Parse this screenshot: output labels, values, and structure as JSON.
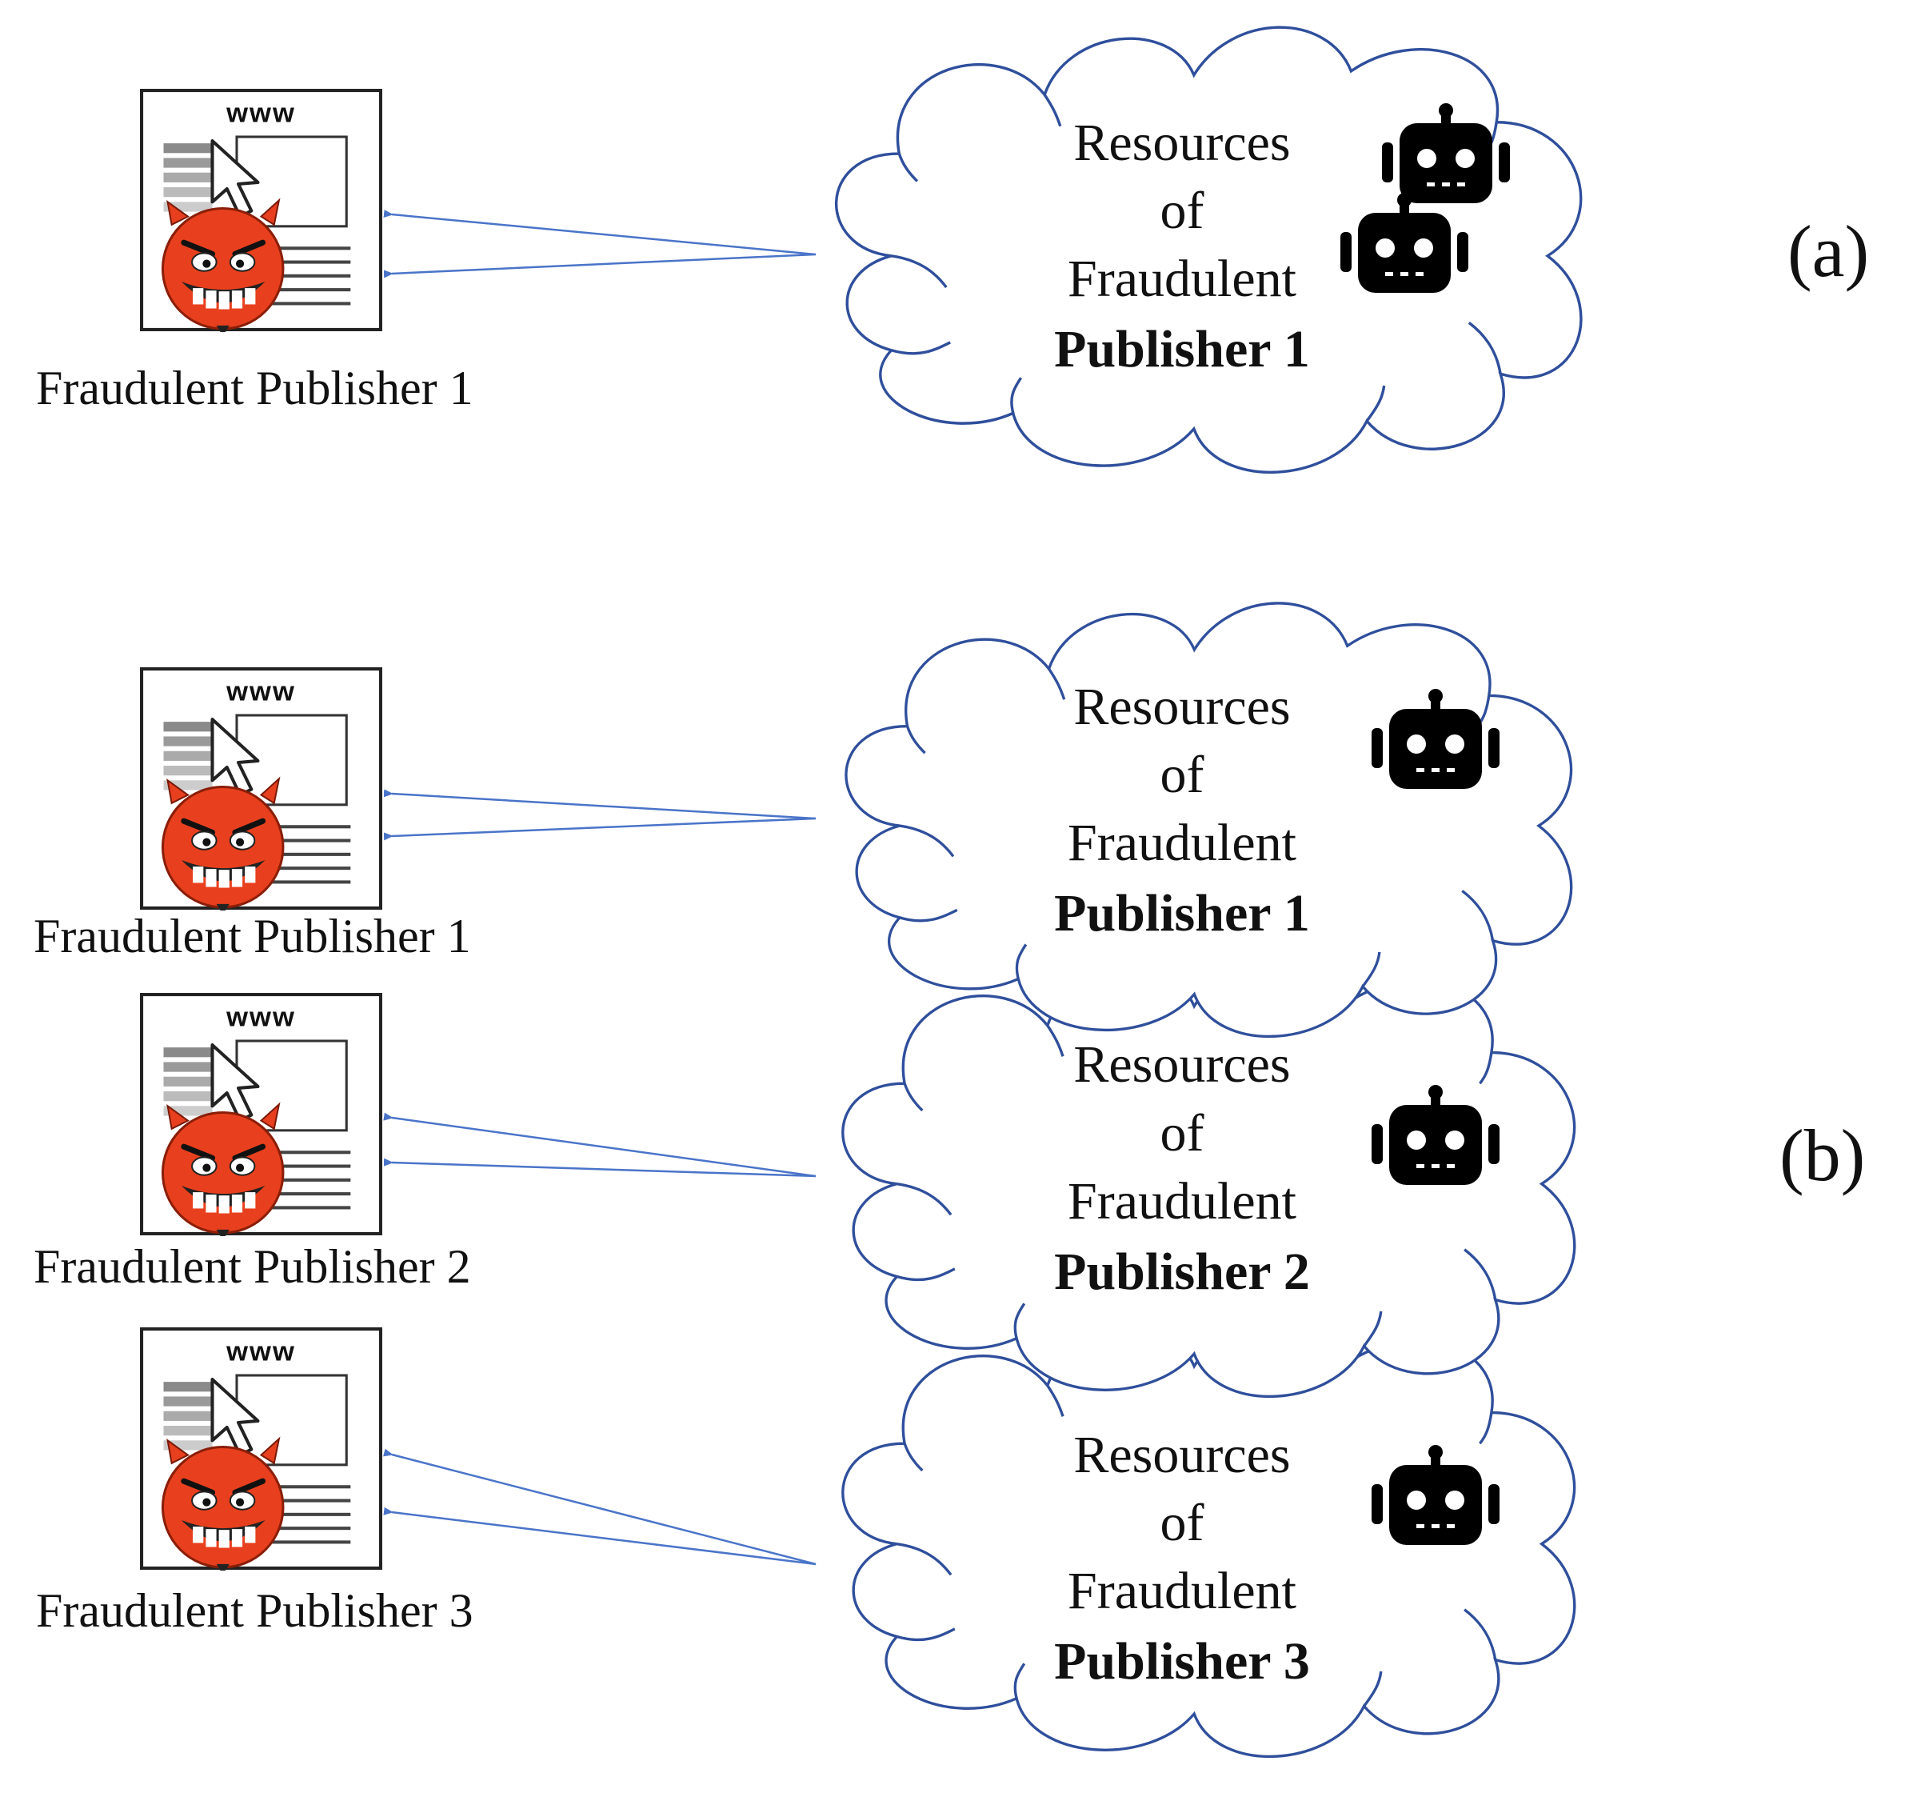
{
  "panels": {
    "a": "(a)",
    "b": "(b)"
  },
  "colors": {
    "cloud_outline": "#2f4f9c",
    "arrow": "#4a74c9",
    "devil_face": "#e8401e",
    "robot": "#000000"
  },
  "icons": [
    "www-page-icon",
    "cursor-icon",
    "devil-face-icon",
    "robot-icon"
  ],
  "page_icon_text": "www",
  "diagram_a": {
    "publisher_label": "Fraudulent Publisher 1",
    "cloud": {
      "line1": "Resources",
      "line2": "of",
      "line3": "Fraudulent",
      "line4": "Publisher 1",
      "robots": 2
    }
  },
  "diagram_b": {
    "rows": [
      {
        "publisher_label": "Fraudulent Publisher 1",
        "cloud": {
          "line1": "Resources",
          "line2": "of",
          "line3": "Fraudulent",
          "line4": "Publisher 1",
          "robots": 1
        }
      },
      {
        "publisher_label": "Fraudulent Publisher 2",
        "cloud": {
          "line1": "Resources",
          "line2": "of",
          "line3": "Fraudulent",
          "line4": "Publisher 2",
          "robots": 1
        }
      },
      {
        "publisher_label": "Fraudulent Publisher 3",
        "cloud": {
          "line1": "Resources",
          "line2": "of",
          "line3": "Fraudulent",
          "line4": "Publisher 3",
          "robots": 1
        }
      }
    ]
  }
}
